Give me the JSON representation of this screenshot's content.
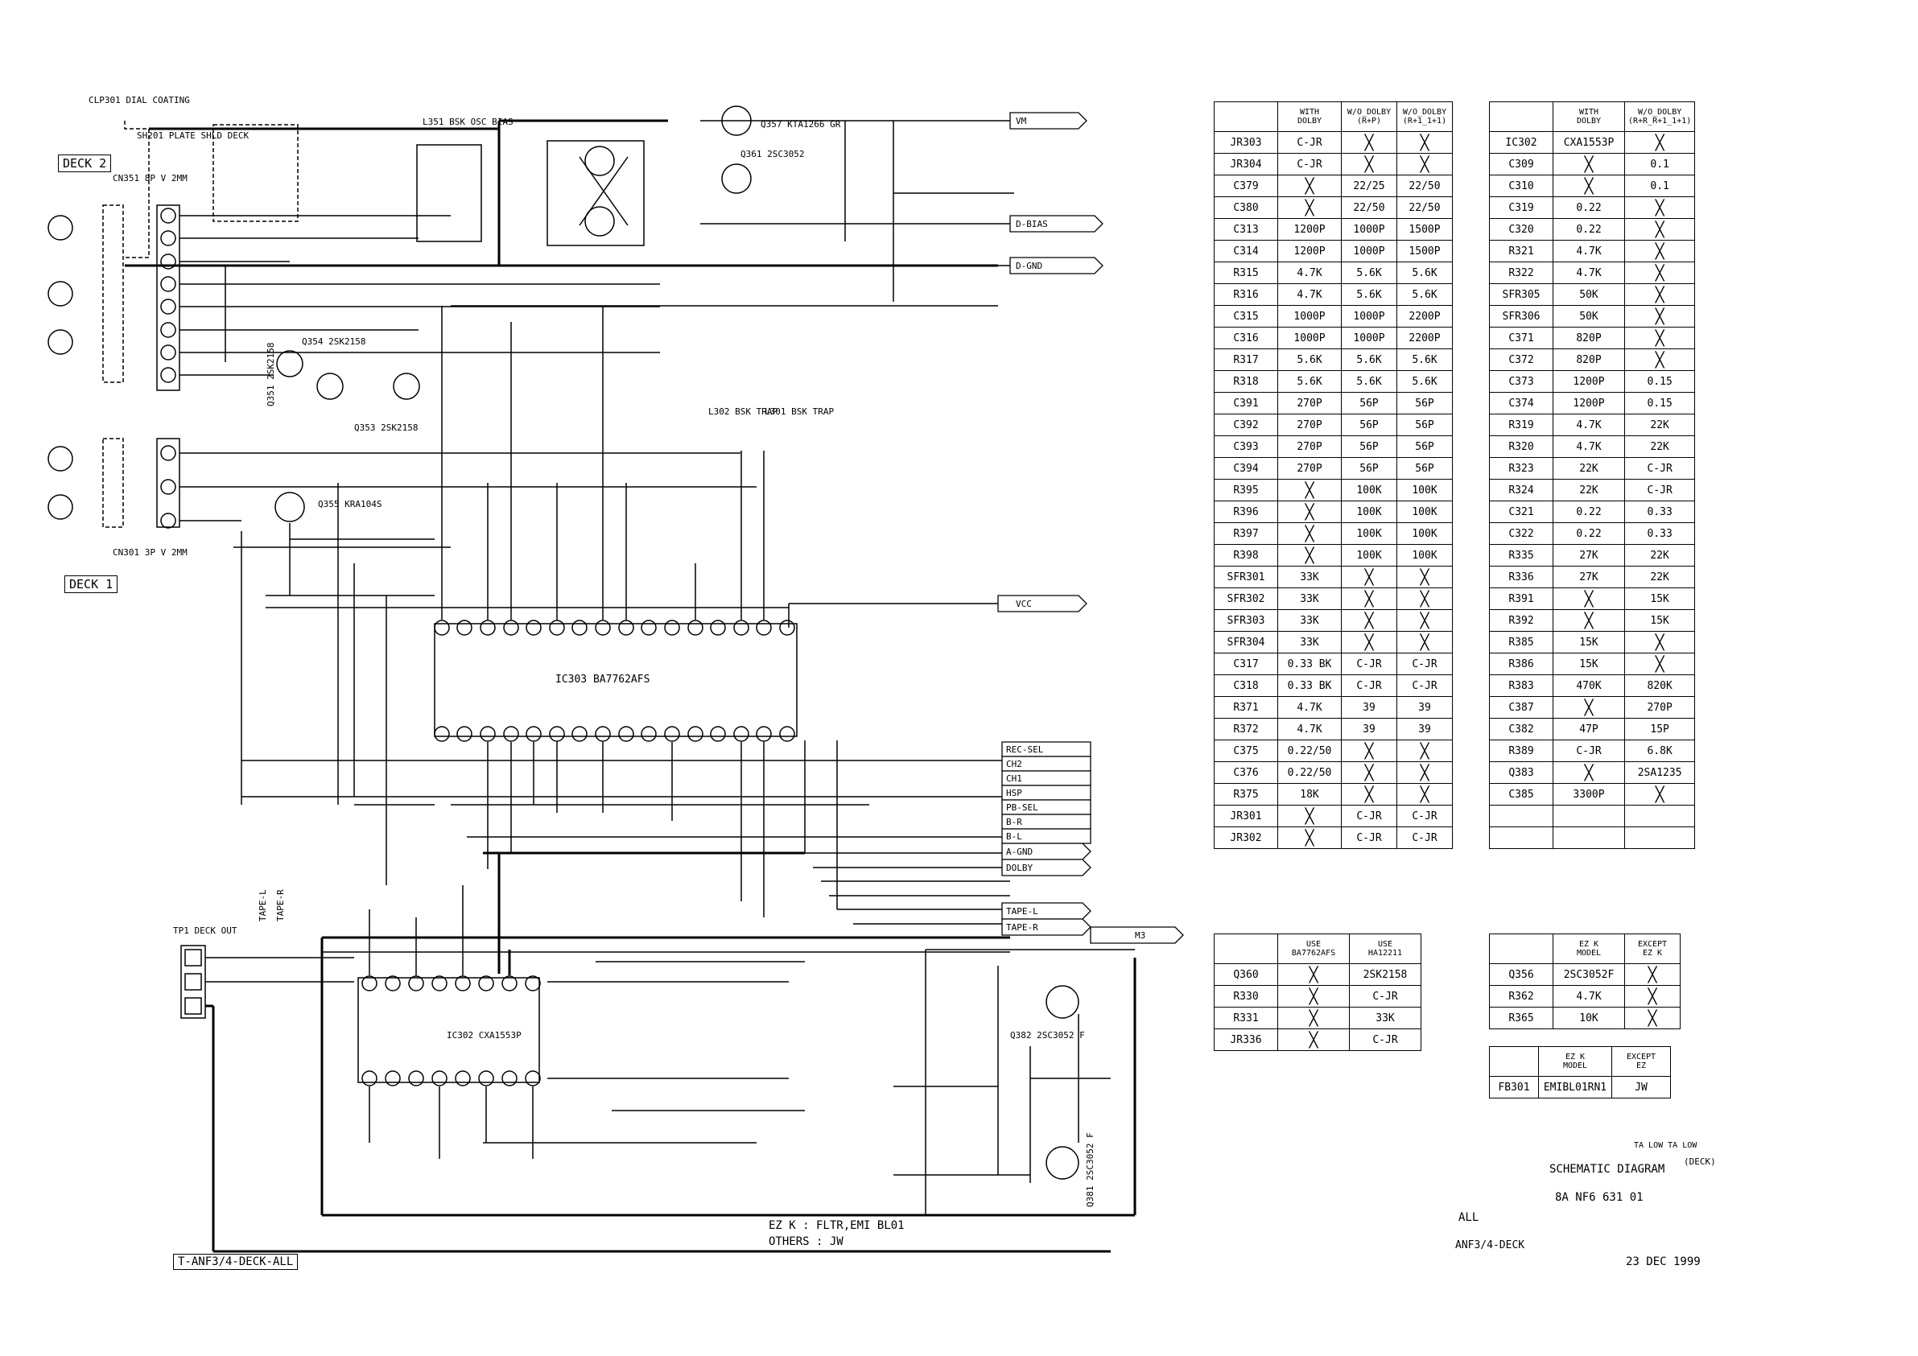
{
  "labels": {
    "deck2": "DECK 2",
    "deck1": "DECK 1",
    "footer_box": "T-ANF3/4-DECK-ALL",
    "clp301": "CLP301 DIAL COATING",
    "sh201": "SH201 PLATE SHLD DECK",
    "cn351": "CN351 8P V 2MM",
    "cn301": "CN301 3P V 2MM",
    "ic303": "IC303 BA7762AFS",
    "ic302": "IC302 CXA1553P",
    "q354": "Q354 2SK2158",
    "q353": "Q353 2SK2158",
    "q351": "Q351 2SK2158",
    "q355": "Q355 KRA104S",
    "q357": "Q357 KTA1266 GR",
    "q361": "Q361 2SC3052",
    "q382": "Q382 2SC3052 F",
    "q381": "Q381 2SC3052 F",
    "l351": "L351 BSK OSC BIAS",
    "l302": "L302 BSK TRAP",
    "l301": "L301 BSK TRAP",
    "tp1": "TP1 DECK OUT",
    "tape_l": "TAPE-L",
    "tape_r": "TAPE-R",
    "ez_note_1": "EZ K : FLTR,EMI BL01",
    "ez_note_2": "OTHERS : JW",
    "ta_low": "TA LOW  TA LOW",
    "schematic_diagram": "SCHEMATIC DIAGRAM",
    "deck_paren": "(DECK)",
    "part_number": "8A  NF6  631  01",
    "all": "ALL",
    "model": "ANF3/4-DECK",
    "date": "23 DEC 1999"
  },
  "signals": {
    "vm": "VM",
    "d_bias": "D-BIAS",
    "d_gnd": "D-GND",
    "vcc": "VCC",
    "rec_sel": "REC-SEL",
    "ch2": "CH2",
    "ch1": "CH1",
    "hsp": "HSP",
    "pb_sel": "PB-SEL",
    "b_r": "B-R",
    "b_l": "B-L",
    "a_gnd": "A-GND",
    "dolby": "DOLBY",
    "tape_l": "TAPE-L",
    "tape_r": "TAPE-R",
    "m3": "M3"
  },
  "table1": {
    "headers": [
      "",
      "WITH\nDOLBY",
      "W/O_DOLBY\n(R+P)",
      "W/O_DOLBY\n(R+1_1+1)"
    ],
    "rows": [
      [
        "JR303",
        "C-JR",
        "X",
        "X"
      ],
      [
        "JR304",
        "C-JR",
        "X",
        "X"
      ],
      [
        "C379",
        "X",
        "22/25",
        "22/50"
      ],
      [
        "C380",
        "X",
        "22/50",
        "22/50"
      ],
      [
        "C313",
        "1200P",
        "1000P",
        "1500P"
      ],
      [
        "C314",
        "1200P",
        "1000P",
        "1500P"
      ],
      [
        "R315",
        "4.7K",
        "5.6K",
        "5.6K"
      ],
      [
        "R316",
        "4.7K",
        "5.6K",
        "5.6K"
      ],
      [
        "C315",
        "1000P",
        "1000P",
        "2200P"
      ],
      [
        "C316",
        "1000P",
        "1000P",
        "2200P"
      ],
      [
        "R317",
        "5.6K",
        "5.6K",
        "5.6K"
      ],
      [
        "R318",
        "5.6K",
        "5.6K",
        "5.6K"
      ],
      [
        "C391",
        "270P",
        "56P",
        "56P"
      ],
      [
        "C392",
        "270P",
        "56P",
        "56P"
      ],
      [
        "C393",
        "270P",
        "56P",
        "56P"
      ],
      [
        "C394",
        "270P",
        "56P",
        "56P"
      ],
      [
        "R395",
        "X",
        "100K",
        "100K"
      ],
      [
        "R396",
        "X",
        "100K",
        "100K"
      ],
      [
        "R397",
        "X",
        "100K",
        "100K"
      ],
      [
        "R398",
        "X",
        "100K",
        "100K"
      ],
      [
        "SFR301",
        "33K",
        "X",
        "X"
      ],
      [
        "SFR302",
        "33K",
        "X",
        "X"
      ],
      [
        "SFR303",
        "33K",
        "X",
        "X"
      ],
      [
        "SFR304",
        "33K",
        "X",
        "X"
      ],
      [
        "C317",
        "0.33 BK",
        "C-JR",
        "C-JR"
      ],
      [
        "C318",
        "0.33 BK",
        "C-JR",
        "C-JR"
      ],
      [
        "R371",
        "4.7K",
        "39",
        "39"
      ],
      [
        "R372",
        "4.7K",
        "39",
        "39"
      ],
      [
        "C375",
        "0.22/50",
        "X",
        "X"
      ],
      [
        "C376",
        "0.22/50",
        "X",
        "X"
      ],
      [
        "R375",
        "18K",
        "X",
        "X"
      ],
      [
        "JR301",
        "X",
        "C-JR",
        "C-JR"
      ],
      [
        "JR302",
        "X",
        "C-JR",
        "C-JR"
      ]
    ]
  },
  "table2": {
    "headers": [
      "",
      "WITH\nDOLBY",
      "W/O_DOLBY\n(R+R_R+1_1+1)"
    ],
    "rows": [
      [
        "IC302",
        "CXA1553P",
        "X"
      ],
      [
        "C309",
        "X",
        "0.1"
      ],
      [
        "C310",
        "X",
        "0.1"
      ],
      [
        "C319",
        "0.22",
        "X"
      ],
      [
        "C320",
        "0.22",
        "X"
      ],
      [
        "R321",
        "4.7K",
        "X"
      ],
      [
        "R322",
        "4.7K",
        "X"
      ],
      [
        "SFR305",
        "50K",
        "X"
      ],
      [
        "SFR306",
        "50K",
        "X"
      ],
      [
        "C371",
        "820P",
        "X"
      ],
      [
        "C372",
        "820P",
        "X"
      ],
      [
        "C373",
        "1200P",
        "0.15"
      ],
      [
        "C374",
        "1200P",
        "0.15"
      ],
      [
        "R319",
        "4.7K",
        "22K"
      ],
      [
        "R320",
        "4.7K",
        "22K"
      ],
      [
        "R323",
        "22K",
        "C-JR"
      ],
      [
        "R324",
        "22K",
        "C-JR"
      ],
      [
        "C321",
        "0.22",
        "0.33"
      ],
      [
        "C322",
        "0.22",
        "0.33"
      ],
      [
        "R335",
        "27K",
        "22K"
      ],
      [
        "R336",
        "27K",
        "22K"
      ],
      [
        "R391",
        "X",
        "15K"
      ],
      [
        "R392",
        "X",
        "15K"
      ],
      [
        "R385",
        "15K",
        "X"
      ],
      [
        "R386",
        "15K",
        "X"
      ],
      [
        "R383",
        "470K",
        "820K"
      ],
      [
        "C387",
        "X",
        "270P"
      ],
      [
        "C382",
        "47P",
        "15P"
      ],
      [
        "R389",
        "C-JR",
        "6.8K"
      ],
      [
        "Q383",
        "X",
        "2SA1235"
      ],
      [
        "C385",
        "3300P",
        "X"
      ],
      [
        "",
        "",
        ""
      ],
      [
        "",
        "",
        ""
      ]
    ]
  },
  "table3": {
    "headers": [
      "",
      "USE\nBA7762AFS",
      "USE\nHA12211"
    ],
    "rows": [
      [
        "Q360",
        "X",
        "2SK2158"
      ],
      [
        "R330",
        "X",
        "C-JR"
      ],
      [
        "R331",
        "X",
        "33K"
      ],
      [
        "JR336",
        "X",
        "C-JR"
      ]
    ]
  },
  "table4": {
    "headers": [
      "",
      "EZ K\nMODEL",
      "EXCEPT\nEZ K"
    ],
    "rows": [
      [
        "Q356",
        "2SC3052F",
        "X"
      ],
      [
        "R362",
        "4.7K",
        "X"
      ],
      [
        "R365",
        "10K",
        "X"
      ]
    ]
  },
  "table5": {
    "headers": [
      "",
      "EZ K\nMODEL",
      "EXCEPT\nEZ"
    ],
    "rows": [
      [
        "FB301",
        "EMIBL01RN1",
        "JW"
      ]
    ]
  }
}
